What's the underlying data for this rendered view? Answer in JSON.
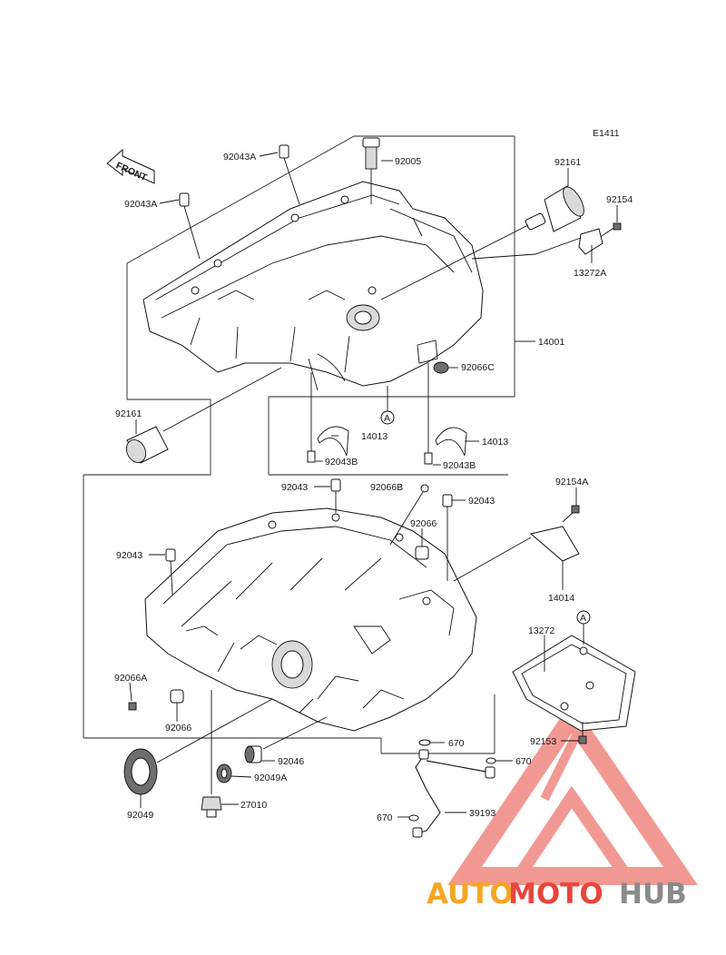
{
  "diagram_code": "E1411",
  "front_label": "FRONT",
  "marker_a": "A",
  "labels": {
    "p92043A_top": "92043A",
    "p92005": "92005",
    "p92043A_left": "92043A",
    "p92161_top": "92161",
    "p92154": "92154",
    "p13272A": "13272A",
    "p14001": "14001",
    "p92066C": "92066C",
    "p92161_left": "92161",
    "p14013_left": "14013",
    "p92043B_left": "92043B",
    "p14013_right": "14013",
    "p92043B_right": "92043B",
    "p92043_top": "92043",
    "p92066B": "92066B",
    "p92043_right": "92043",
    "p92154A": "92154A",
    "p92066_mid": "92066",
    "p92043_left": "92043",
    "p14014": "14014",
    "p13272": "13272",
    "p92066A": "92066A",
    "p92066_low": "92066",
    "p92153": "92153",
    "p670_a": "670",
    "p670_b": "670",
    "p92046": "92046",
    "p92049A": "92049A",
    "p92049": "92049",
    "p27010": "27010",
    "p670_c": "670",
    "p39193": "39193"
  },
  "watermark": {
    "part1": "AUTO",
    "part2": "MOTO",
    "part3": "HUB",
    "color_orange": "#f5a623",
    "color_red": "#e8453c",
    "color_gray": "#8a8a8a"
  }
}
